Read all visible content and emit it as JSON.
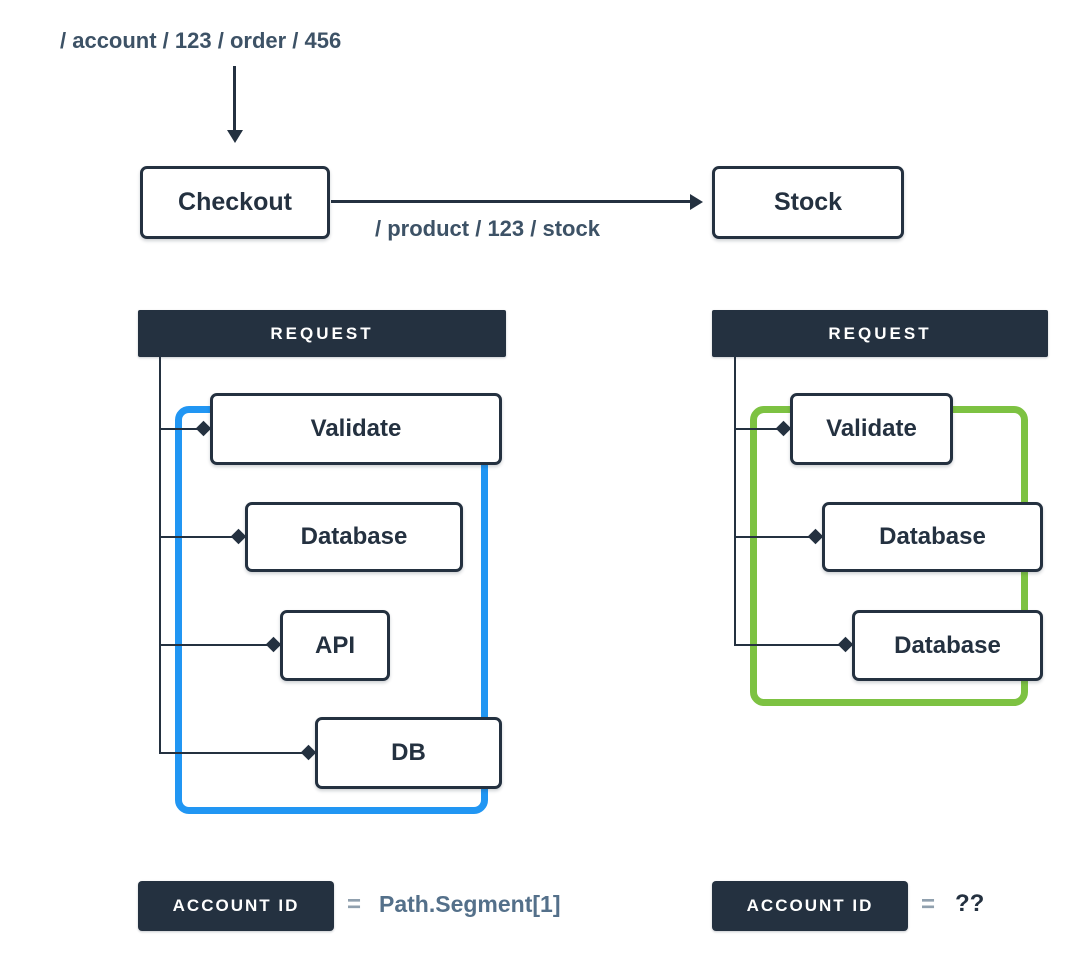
{
  "colors": {
    "dark": "#243140",
    "blue": "#2196F3",
    "green": "#7DC242",
    "slate": "#54708A"
  },
  "flow": {
    "incoming_path": "/ account / 123 / order / 456",
    "checkout": "Checkout",
    "stock": "Stock",
    "request_path": "/ product / 123 / stock"
  },
  "left": {
    "header": "REQUEST",
    "nodes": [
      "Validate",
      "Database",
      "API",
      "DB"
    ],
    "outline_color": "#2196F3",
    "account_id": {
      "badge": "ACCOUNT ID",
      "equals": "=",
      "value": "Path.Segment[1]"
    }
  },
  "right": {
    "header": "REQUEST",
    "nodes": [
      "Validate",
      "Database",
      "Database"
    ],
    "outline_color": "#7DC242",
    "account_id": {
      "badge": "ACCOUNT ID",
      "equals": "=",
      "value": "??"
    }
  }
}
